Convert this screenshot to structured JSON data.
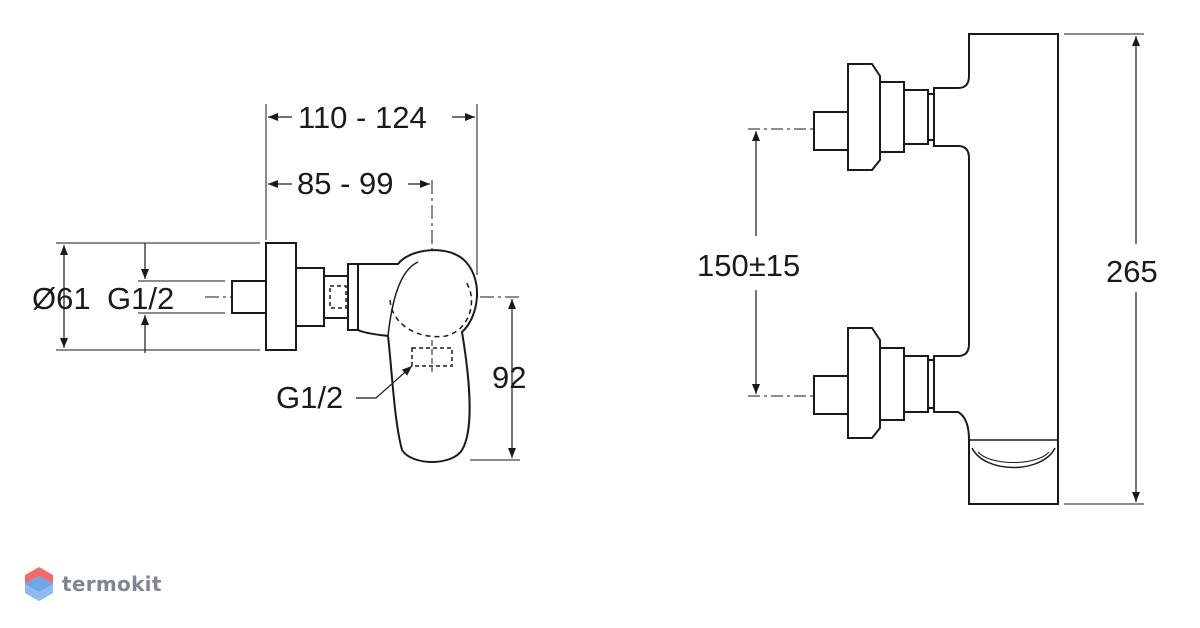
{
  "dimensions": {
    "overall_depth": "110 - 124",
    "depth_to_axis": "85 - 99",
    "flange_diameter": "Ø61",
    "inlet_thread": "G1/2",
    "outlet_thread": "G1/2",
    "outlet_height": "92",
    "inlet_spacing": "150±15",
    "overall_height": "265"
  },
  "brand": {
    "name": "termokit",
    "logo_colors": [
      "#f26b6b",
      "#6fa8e8"
    ]
  },
  "colors": {
    "line": "#1a1a1a",
    "muted": "#7d8794"
  }
}
